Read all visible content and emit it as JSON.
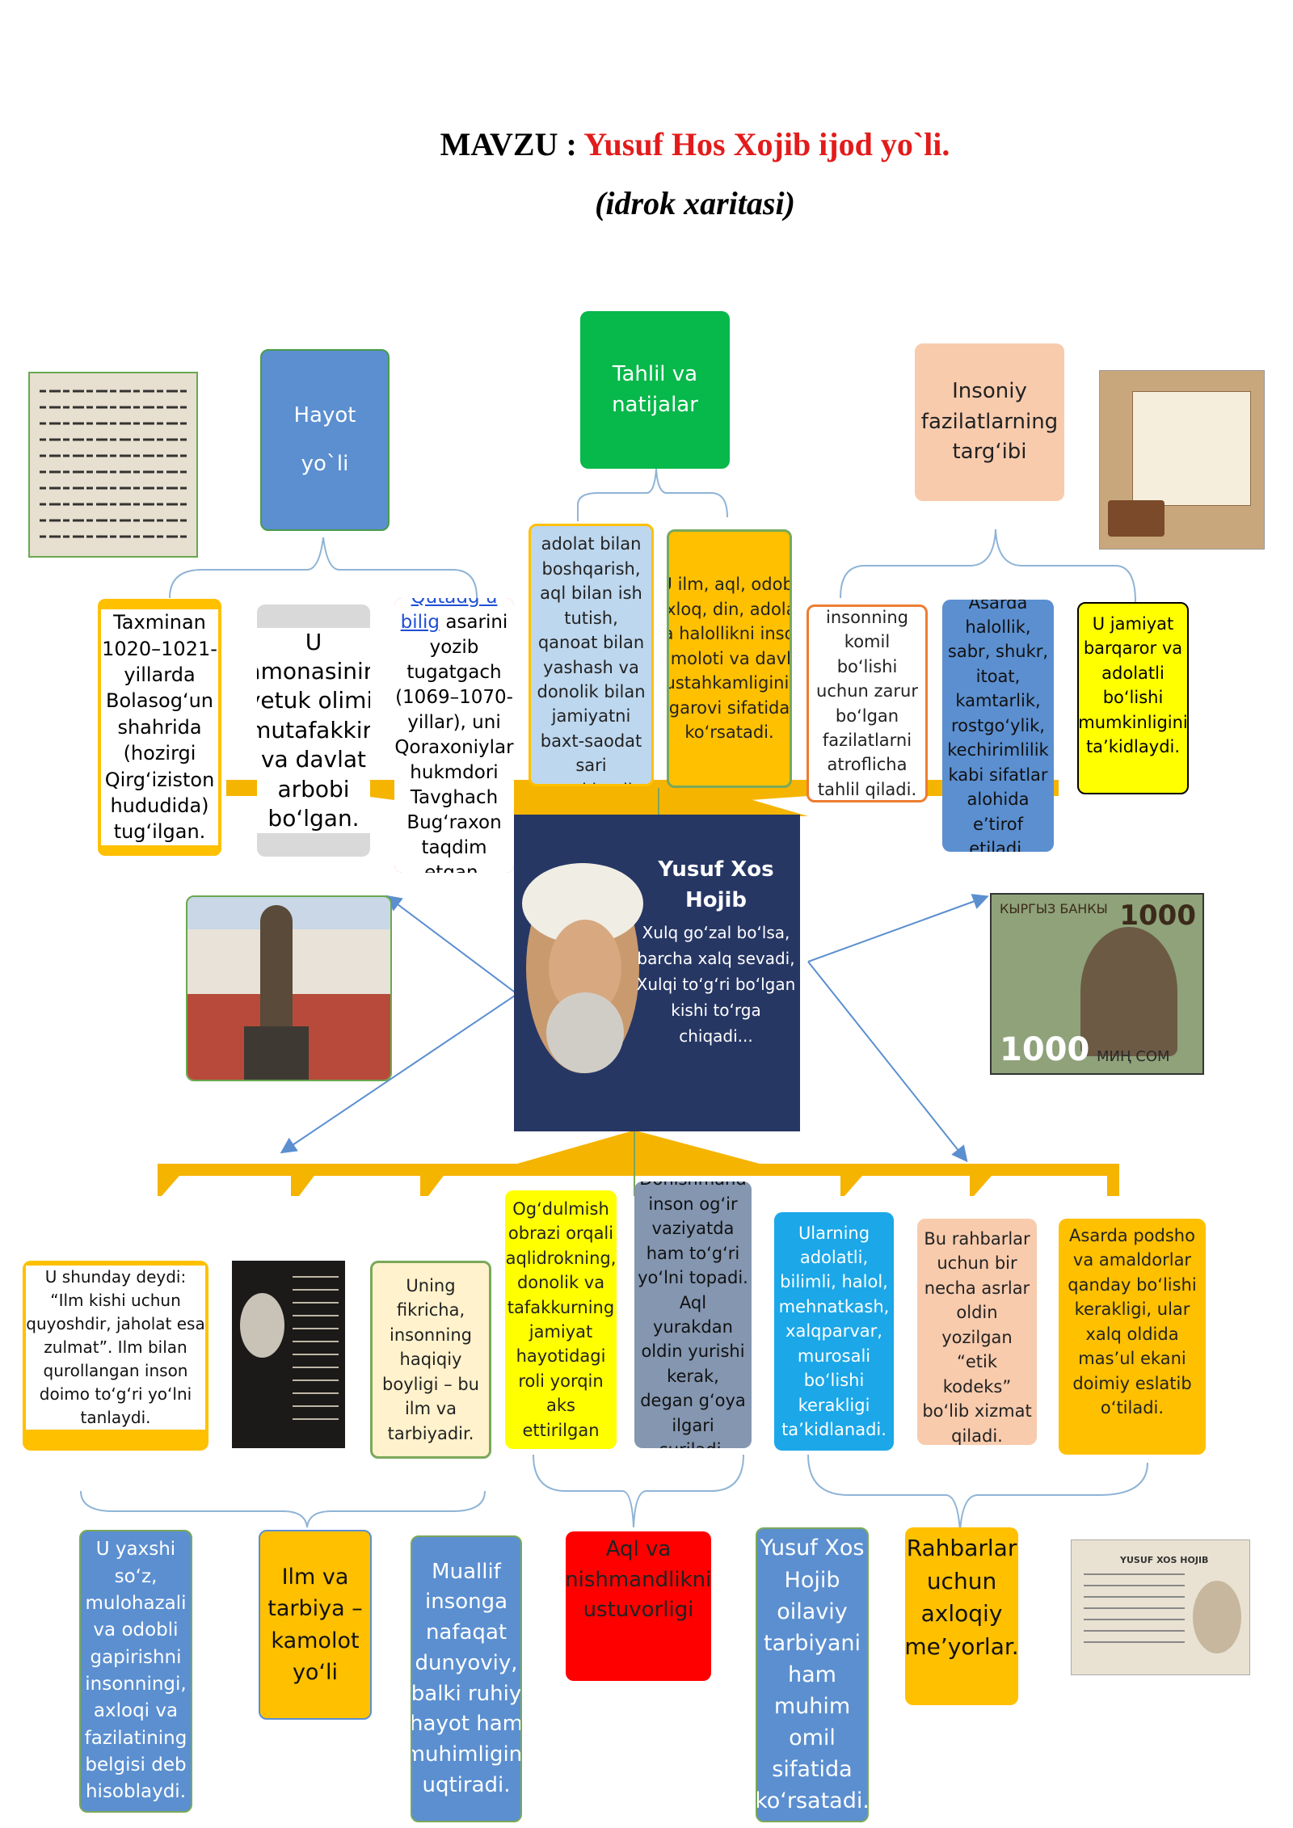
{
  "title": {
    "prefix": "MAVZU : ",
    "topic": "Yusuf Hos Xojib ijod yo`li.",
    "subtitle": "(idrok xaritasi)"
  },
  "center": {
    "name": "Yusuf Xos Hojib",
    "quote": "Xulq go‘zal bo‘lsa, barcha xalq sevadi, Xulqi to‘g‘ri bo‘lgan kishi to‘rga chiqadi..."
  },
  "heads": {
    "hayot": "Hayot yo`li",
    "tahlil": "Tahlil va natijalar",
    "insoniy": "Insoniy fazilatlarning targ‘ibi"
  },
  "top_boxes": {
    "b1": "Taxminan 1020–1021-yillarda Bolasog‘un shahrida (hozirgi Qirg‘iziston hududida) tug‘ilgan.",
    "b2": "U zamonasining yetuk olimi, mutafakkiri va davlat arbobi bo‘lgan.",
    "b3_link": "Qutadg‘u bilig",
    "b3_rest": " asarini yozib tugatgach (1069–1070-yillar), uni Qoraxoniylar hukmdori Tavghach Bug‘raxon taqdim etgan.",
    "b4": "Davlatni adolat bilan boshqarish, aql bilan ish tutish, qanoat bilan yashash va donolik bilan jamiyatni baxt-saodat sari yetaklaydi.",
    "b5": "U ilm, aql, odob, axloq, din, adolat va halollikni inson kamoloti va davlat mustahkamligining garovi sifatida ko‘rsatadi.",
    "b6": "insonning komil bo‘lishi uchun zarur bo‘lgan fazilatlarni atroflicha tahlil qiladi.",
    "b7": "Asarda halollik, sabr, shukr, itoat, kamtarlik, rostgo‘ylik, kechirimlilik kabi sifatlar alohida e’tirof etiladi.",
    "b8": "U jamiyat barqaror va adolatli bo‘lishi mumkinligini ta’kidlaydi."
  },
  "mid_boxes": {
    "m1": "U shunday deydi: “Ilm kishi uchun quyoshdir, jaholat esa zulmat”. Ilm bilan qurollangan inson doimo to‘g‘ri yo‘lni tanlaydi.",
    "m2": "Uning fikricha, insonning haqiqiy boyligi – bu ilm va tarbiyadir.",
    "m3": "Og‘dulmish obrazi orqali aqlidrokning, donolik va tafakkurning jamiyat hayotidagi roli yorqin aks ettirilgan",
    "m4": "Donishmand inson og‘ir vaziyatda ham to‘g‘ri yo‘lni topadi. Aql yurakdan oldin yurishi kerak, degan g‘oya ilgari suriladi.",
    "m5": "Ularning adolatli, bilimli, halol, mehnatkash, xalqparvar, murosali bo‘lishi kerakligi ta’kidlanadi.",
    "m6": "Bu rahbarlar uchun bir necha asrlar oldin yozilgan “etik kodeks” bo‘lib xizmat qiladi.",
    "m7": "Asarda podsho va amaldorlar qanday bo‘lishi kerakligi, ular xalq oldida mas’ul ekani doimiy eslatib o‘tiladi."
  },
  "bottom_boxes": {
    "c1": "U yaxshi so‘z, mulohazali va odobli gapirishni insonningi, axloqi va fazilatining belgisi deb hisoblaydi.",
    "c2": "Ilm va tarbiya – kamolot yo‘li",
    "c3": "Muallif insonga nafaqat dunyoviy, balki ruhiy hayot ham muhimligini uqtiradi.",
    "c4": "Aql va donishmandlikning ustuvorligi",
    "c5": "Yusuf Xos Hojib oilaviy tarbiyani ham muhim omil sifatida ko‘rsatadi.",
    "c6": "Rahbarlar uchun axloqiy me’yorlar."
  },
  "images": {
    "banknote_top": "КЫРГЫЗ БАНКЫ",
    "banknote_value": "1000",
    "banknote_value_small": "1000",
    "banknote_word": "МИҢ СОМ",
    "bottom_card_title": "YUSUF XOS HOJIB"
  },
  "colors": {
    "accent_red": "#e31b1b",
    "connector_gold": "#f5b400",
    "center_bg": "#273764",
    "blue": "#5b8fd0",
    "green": "#07b84a",
    "peach": "#f8cbad",
    "orange": "#ffc000",
    "yellow": "#ffff00",
    "red": "#ff0000",
    "cyan": "#1ba7e8",
    "slate": "#8496b0"
  }
}
